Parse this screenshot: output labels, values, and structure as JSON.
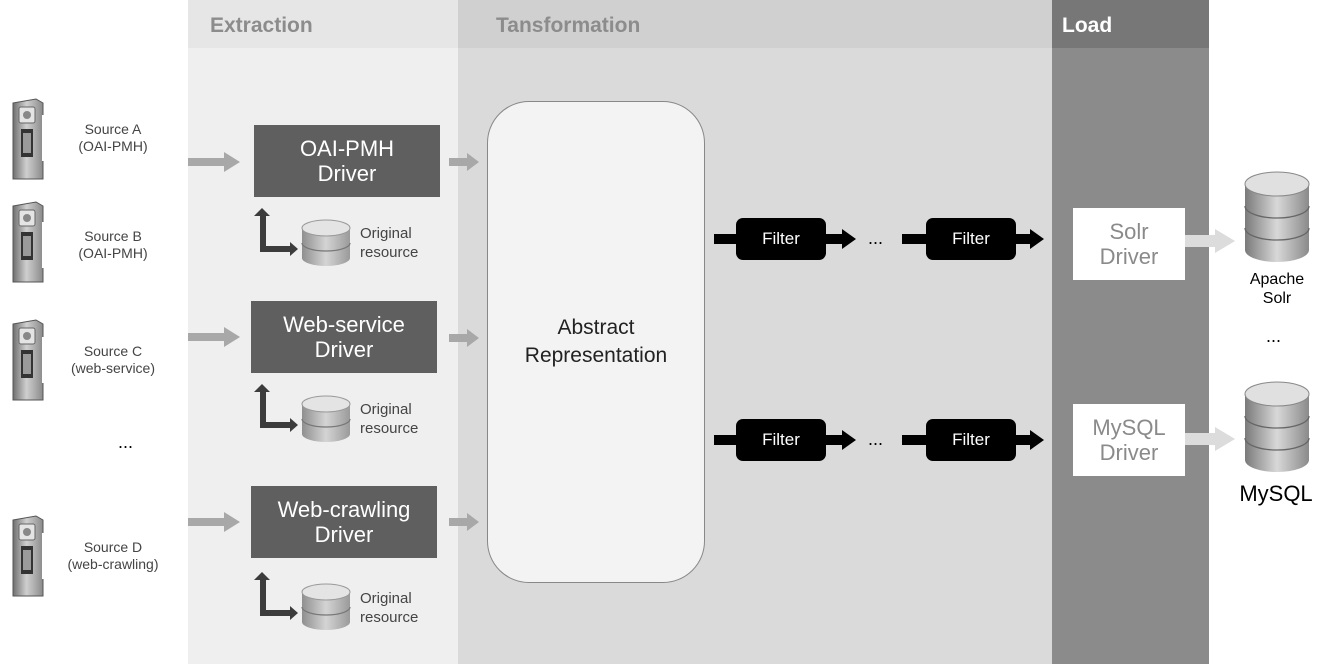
{
  "stages": {
    "extraction": "Extraction",
    "transformation": "Tansformation",
    "load": "Load"
  },
  "sources": [
    {
      "name": "Source A",
      "protocol": "(OAI-PMH)"
    },
    {
      "name": "Source B",
      "protocol": "(OAI-PMH)"
    },
    {
      "name": "Source C",
      "protocol": "(web-service)"
    },
    {
      "name": "Source D",
      "protocol": "(web-crawling)"
    }
  ],
  "sources_ellipsis": "...",
  "drivers": [
    {
      "line1": "OAI-PMH",
      "line2": "Driver"
    },
    {
      "line1": "Web-service",
      "line2": "Driver"
    },
    {
      "line1": "Web-crawling",
      "line2": "Driver"
    }
  ],
  "original_resource": {
    "line1": "Original",
    "line2": "resource"
  },
  "abstract": {
    "line1": "Abstract",
    "line2": "Representation"
  },
  "filter_label": "Filter",
  "filter_ellipsis": "...",
  "load_drivers": [
    {
      "line1": "Solr",
      "line2": "Driver"
    },
    {
      "line1": "MySQL",
      "line2": "Driver"
    }
  ],
  "targets": {
    "solr_line1": "Apache",
    "solr_line2": "Solr",
    "ellipsis": "...",
    "mysql": "MySQL"
  },
  "colors": {
    "extraction_bg": "#efefef",
    "extraction_head": "#e6e6e6",
    "transformation_bg": "#dadada",
    "transformation_head": "#d0d0d0",
    "load_bg": "#8b8b8b",
    "load_head": "#777777",
    "driver_box": "#5f5f5f",
    "filter_box": "#000000"
  }
}
